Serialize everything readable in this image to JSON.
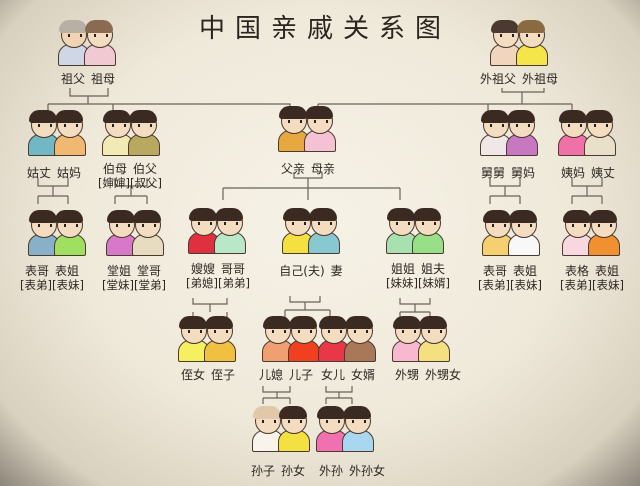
{
  "title": "中国亲戚关系图",
  "generations": {
    "grandparents_paternal": {
      "left": "祖父",
      "right": "祖母"
    },
    "grandparents_maternal": {
      "left": "外祖父",
      "right": "外祖母"
    },
    "aunt_paternal": {
      "left": "姑丈",
      "right": "姑妈"
    },
    "uncle_paternal": {
      "left": "伯母",
      "right": "伯父",
      "left_alt": "[婶婶]",
      "right_alt": "[叔父]"
    },
    "parents": {
      "left": "父亲",
      "right": "母亲"
    },
    "uncle_maternal": {
      "left": "舅舅",
      "right": "舅妈"
    },
    "aunt_maternal": {
      "left": "姨妈",
      "right": "姨丈"
    },
    "cousins_paternal_aunt": {
      "left": "表哥",
      "right": "表姐",
      "left_alt": "[表弟]",
      "right_alt": "[表妹]"
    },
    "cousins_paternal_uncle": {
      "left": "堂姐",
      "right": "堂哥",
      "left_alt": "[堂妹]",
      "right_alt": "[堂弟]"
    },
    "elder_brother": {
      "left": "嫂嫂",
      "right": "哥哥",
      "left_alt": "[弟媳]",
      "right_alt": "[弟弟]"
    },
    "self": {
      "left": "自己(夫)",
      "right": "妻"
    },
    "elder_sister": {
      "left": "姐姐",
      "right": "姐夫",
      "left_alt": "[妹妹]",
      "right_alt": "[妹婿]"
    },
    "cousins_maternal_uncle": {
      "left": "表哥",
      "right": "表姐",
      "left_alt": "[表弟]",
      "right_alt": "[表妹]"
    },
    "cousins_maternal_aunt": {
      "left": "表格",
      "right": "表姐",
      "left_alt": "[表弟]",
      "right_alt": "[表妹]"
    },
    "nephew_niece_brother": {
      "left": "侄女",
      "right": "侄子"
    },
    "son": {
      "left": "儿媳",
      "right": "儿子"
    },
    "daughter": {
      "left": "女儿",
      "right": "女婿"
    },
    "nephew_niece_sister": {
      "left": "外甥",
      "right": "外甥女"
    },
    "grandchildren_son": {
      "left": "孙子",
      "right": "孙女"
    },
    "grandchildren_daughter": {
      "left": "外孙",
      "right": "外孙女"
    }
  },
  "colors": {
    "background": "#f2ede0",
    "line": "#6b6258",
    "text": "#2e2722"
  }
}
